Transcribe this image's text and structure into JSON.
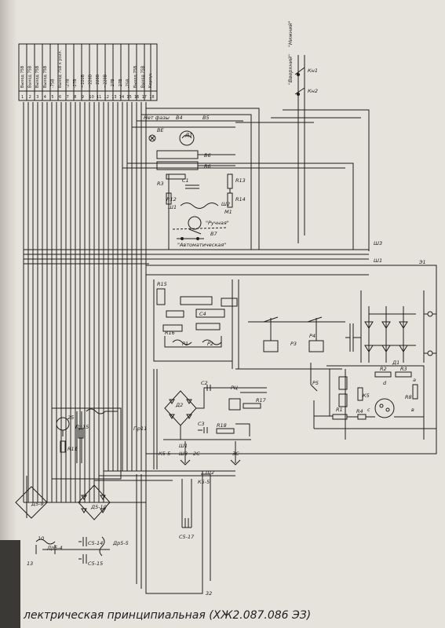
{
  "caption": "лектрическая  принципиальная  (ХЖ2.087.086 ЭЗ)",
  "pin_table_rows": [
    "Выход 75В",
    "Выход 75В",
    "Выход 75В",
    "Выход 75В",
    "-75В",
    "Выход 75В к усил.",
    "-27В",
    "-27В",
    "~220В",
    "~220В",
    "~220В",
    "~220В",
    "-27В",
    "-27В",
    "-75В",
    "Выход 75В",
    "Выход 75В",
    "Корпус"
  ],
  "pin_numbers": [
    "1",
    "2",
    "3",
    "4",
    "5",
    "6",
    "7",
    "8",
    "9",
    "10",
    "11",
    "12",
    "13",
    "14",
    "15",
    "16",
    "17",
    "18"
  ],
  "labels": {
    "no_phase": "Нет фазы",
    "ve": "ВЕ",
    "v4": "В4",
    "v5": "В5",
    "v6_a": "В6",
    "v6_b": "В6",
    "d1_circle": "Д1",
    "r3": "R3",
    "r12": "R12",
    "r13": "R13",
    "r14": "R14",
    "c1": "С1",
    "sh1_top": "Ш1",
    "sh2_top": "Ш2",
    "m1": "М1",
    "ruchnaya": "\"Ручная\"",
    "avtomaticheskaya": "\"Автоматическая\"",
    "v7": "В7",
    "kn1": "Кн1",
    "kn2": "Кн2",
    "vverkh": "\"Вверхний\"",
    "vnizhniy": "\"Нижний\"",
    "sh3": "Ш3",
    "e1": "Э1",
    "sh1_right": "Ш1",
    "r15": "R15",
    "r16": "R16",
    "p1": "Р1",
    "p2": "Р2",
    "c4": "С4",
    "p3": "Р3",
    "p4": "Р4",
    "d1_right": "Д1",
    "r2": "R2",
    "r3b": "R3",
    "k5": "К5",
    "r8": "R8",
    "d": "d",
    "a": "a",
    "c": "c",
    "b": "в",
    "r1": "R1",
    "r4": "R4",
    "p5": "Р5",
    "ru": "РЦ",
    "r17": "R17",
    "r18": "R18",
    "c2": "С2",
    "c3": "С3",
    "d2": "Д2",
    "pr11": "Пр11",
    "ks5a": "К5-5",
    "sh3_b": "Ш3",
    "sh1_b": "Ш1",
    "c5": "2С",
    "zc": "3С",
    "pr15": "Пр15",
    "r11": "R11",
    "d5_9": "Д5-9",
    "d5_10": "Д5-10",
    "dr5_4": "Др5-4",
    "dr5_5": "Др5-5",
    "c5_14": "С5-14",
    "c5_15": "С5-15",
    "c5_17": "С5-17",
    "ks5b": "К5-5",
    "sh2_b": "Ш2",
    "num32": "32",
    "num10": "10",
    "num13": "13",
    "num25": "25"
  }
}
